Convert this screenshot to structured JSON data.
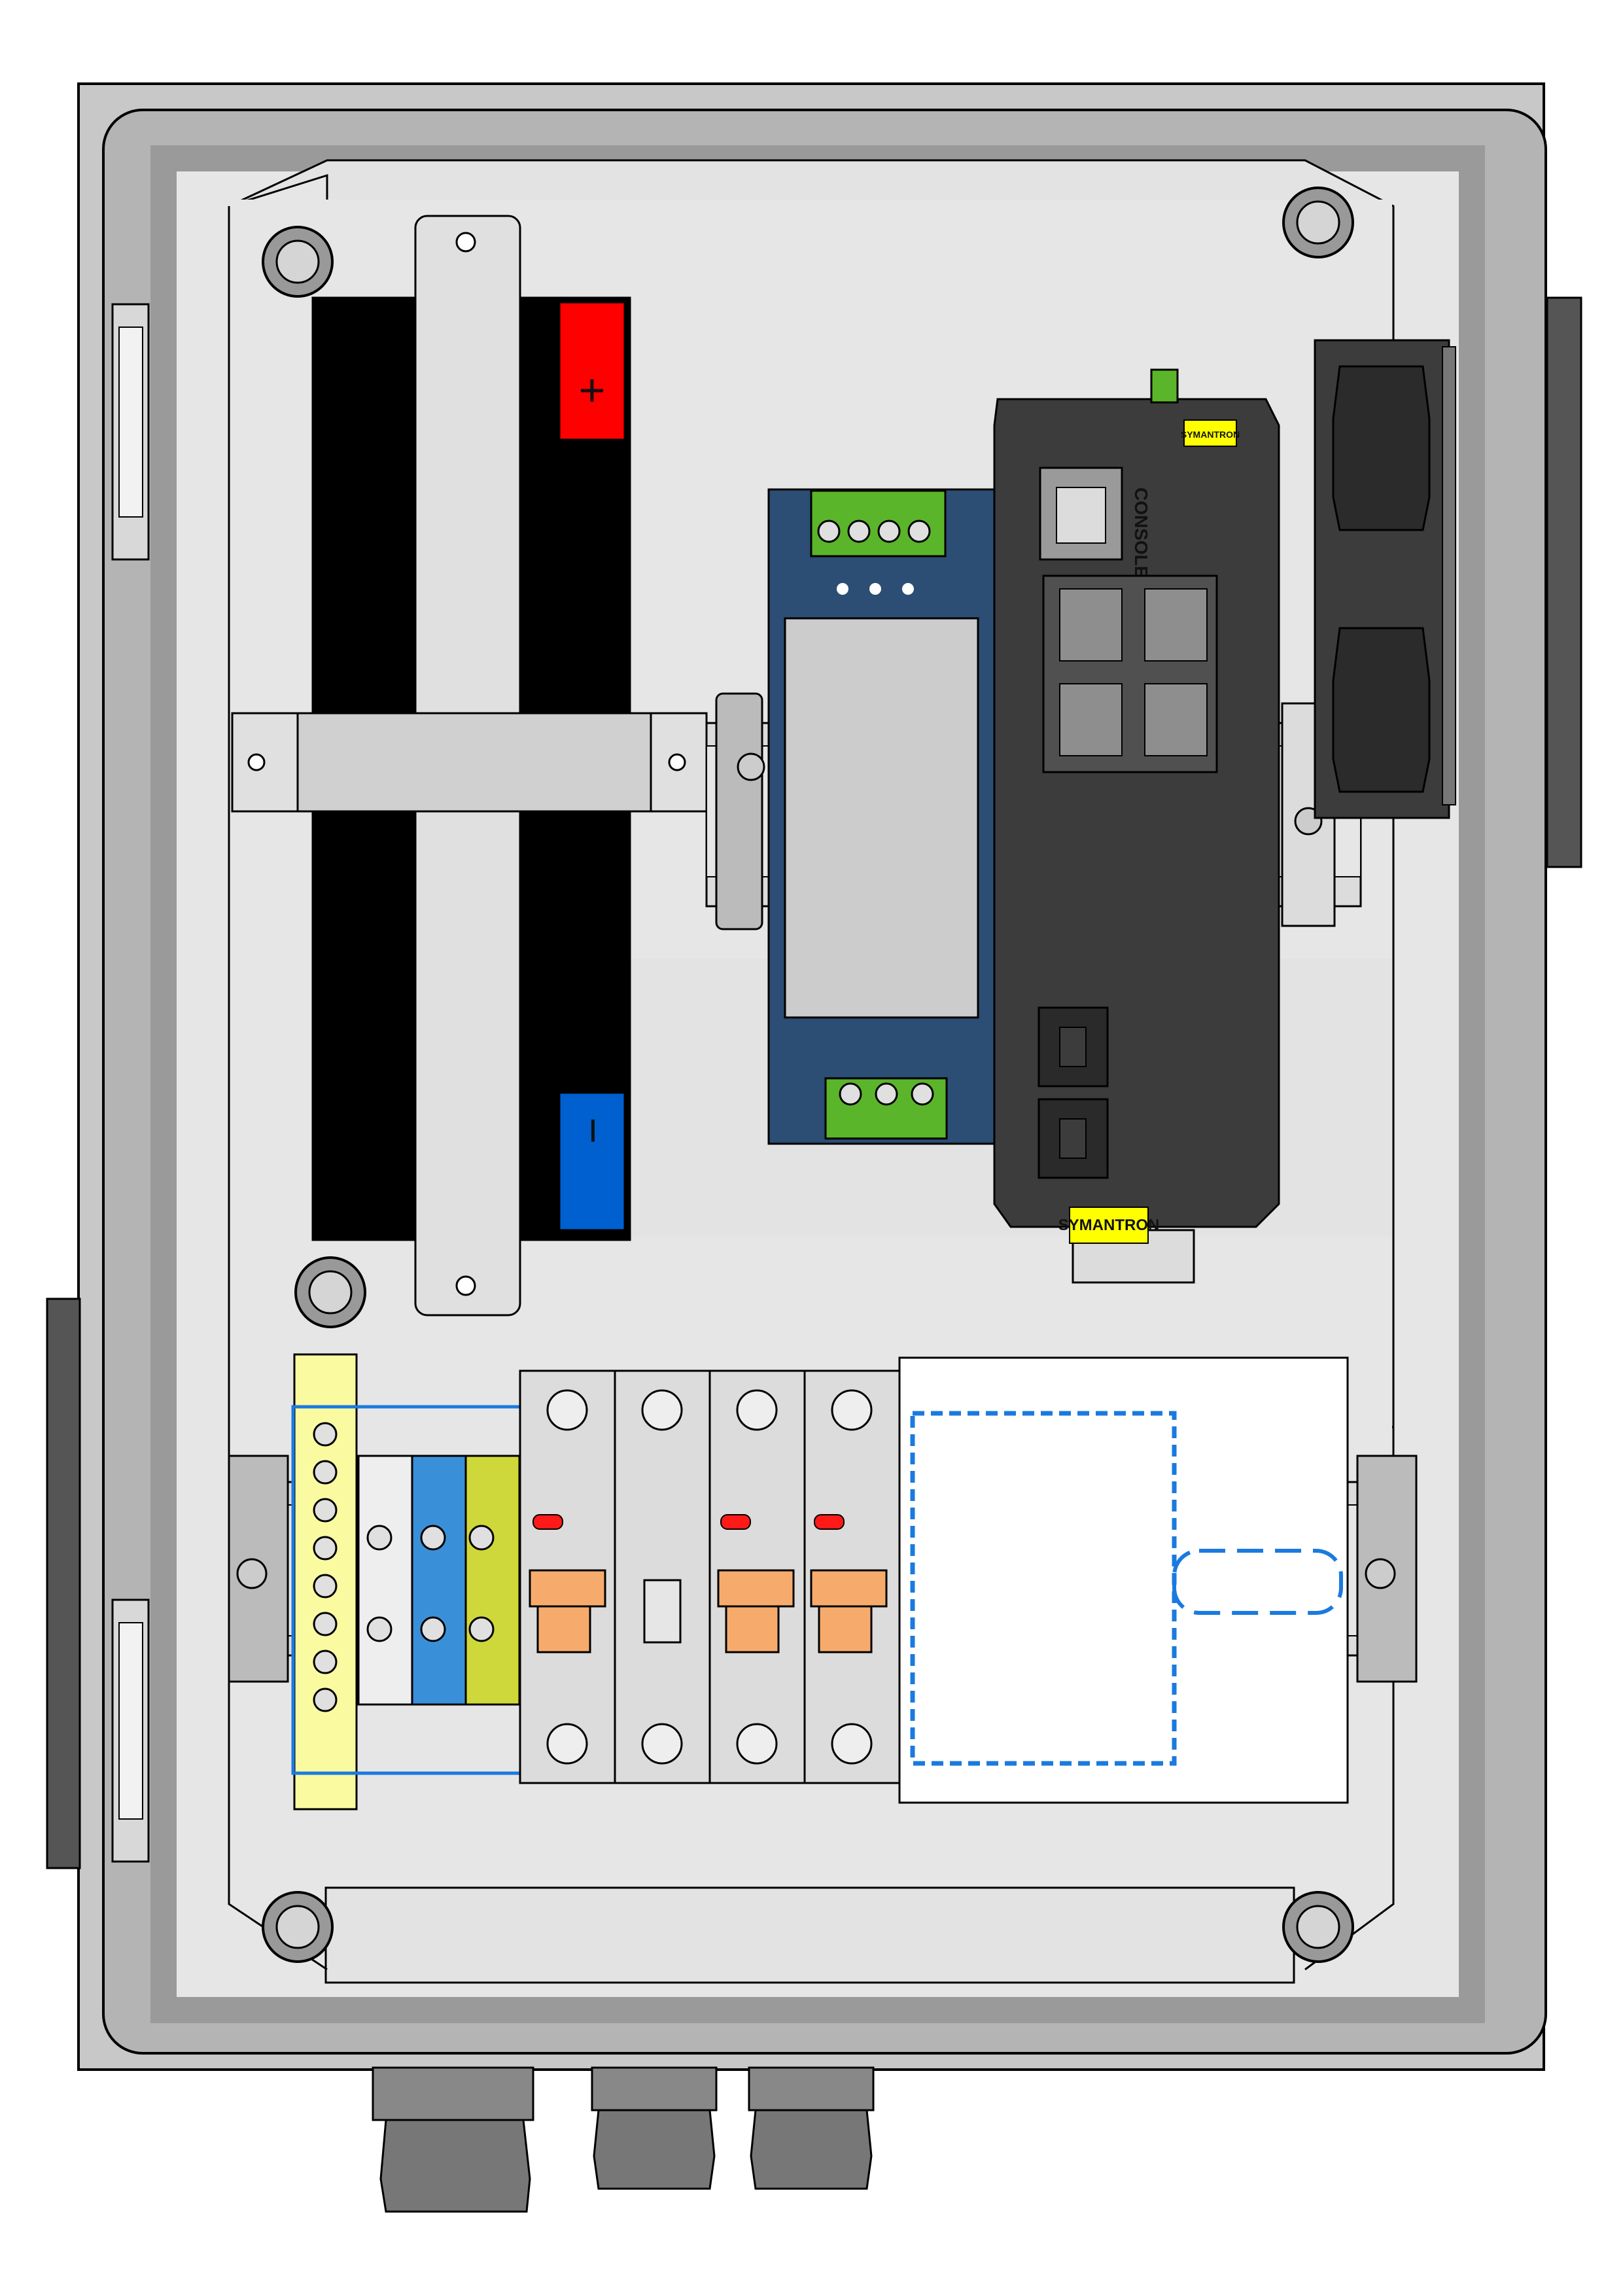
{
  "battery": {
    "plus_symbol": "+",
    "minus_symbol": "−",
    "plus_color": "#ff0000",
    "minus_color": "#0060d0",
    "body_color": "#000000"
  },
  "power_supply": {
    "body_color": "#2c4d74",
    "terminal_color": "#5bb52a"
  },
  "switch": {
    "brand_top": "SYMANTRON",
    "brand_bottom": "SYMANTRON",
    "console_label": "CONSOLE",
    "body_color": "#3c3c3c",
    "brand_tag_color": "#ffff00"
  },
  "breakers": {
    "indicator_color": "#ff1a1a",
    "handle_color": "#f6ab6d"
  },
  "terminal_block": {
    "neutral_color": "#3a90d8",
    "earth_color": "#cfd83a",
    "busbar_color": "#fafaa0"
  },
  "outline_color": "#1a7adf"
}
